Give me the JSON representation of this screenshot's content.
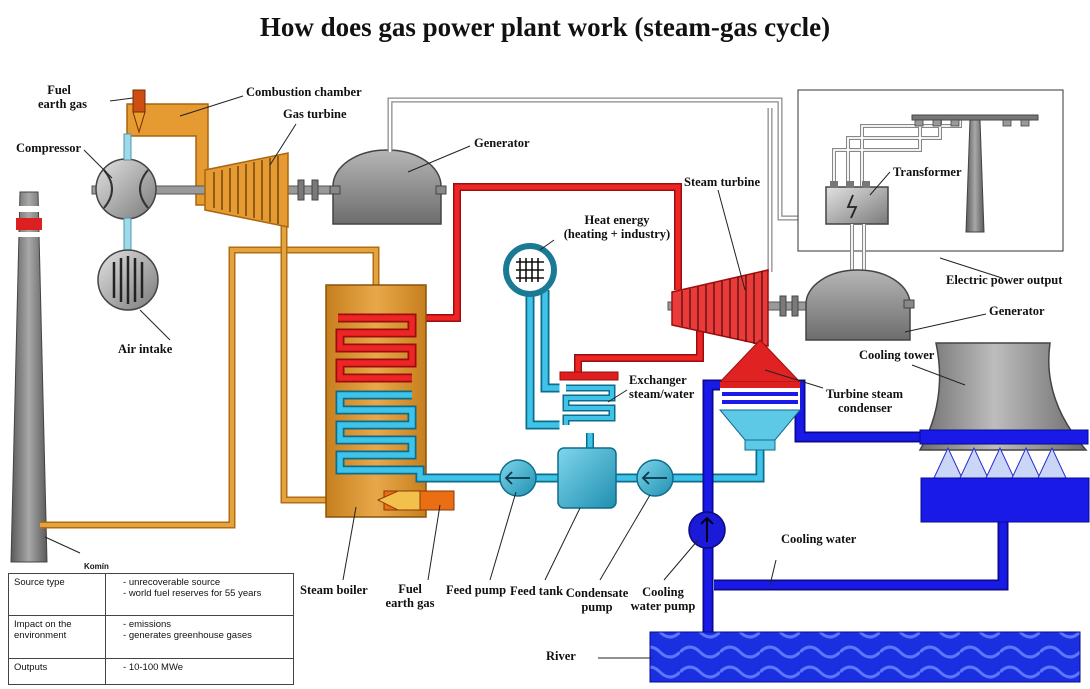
{
  "title": "How does gas power plant work (steam-gas cycle)",
  "labels": {
    "fuel_top": "Fuel",
    "earth_gas_top": "earth gas",
    "combustion_chamber": "Combustion chamber",
    "gas_turbine": "Gas turbine",
    "compressor": "Compressor",
    "generator_top": "Generator",
    "air_intake": "Air intake",
    "heat_energy_1": "Heat energy",
    "heat_energy_2": "(heating + industry)",
    "steam_turbine": "Steam turbine",
    "transformer": "Transformer",
    "electric_power_output": "Electric power output",
    "generator_right": "Generator",
    "cooling_tower": "Cooling tower",
    "exchanger_1": "Exchanger",
    "exchanger_2": "steam/water",
    "condenser_1": "Turbine steam",
    "condenser_2": "condenser",
    "cooling_water": "Cooling water",
    "komin": "Komín",
    "steam_boiler": "Steam boiler",
    "fuel_bottom": "Fuel",
    "earth_gas_bottom": "earth gas",
    "feed_pump": "Feed pump",
    "feed_tank": "Feed tank",
    "condensate_1": "Condensate",
    "condensate_2": "pump",
    "cooling_water_pump_1": "Cooling",
    "cooling_water_pump_2": "water pump",
    "river": "River"
  },
  "info_table": {
    "rows": [
      {
        "key": "Source type",
        "values": [
          "unrecoverable source",
          "world fuel reserves for 55 years"
        ]
      },
      {
        "key": "Impact on the environment",
        "values": [
          "emissions",
          "generates greenhouse gases"
        ]
      },
      {
        "key": "Outputs",
        "values": [
          "10-100 MWe"
        ]
      }
    ]
  },
  "colors": {
    "gas_pipe": "#d9962a",
    "steam_pipe": "#dd1f1f",
    "water_pipe": "#3bb4d6",
    "cooling_pipe": "#1515d9",
    "machine_gray": "#8c8c8c",
    "boiler": "#d9962a"
  }
}
